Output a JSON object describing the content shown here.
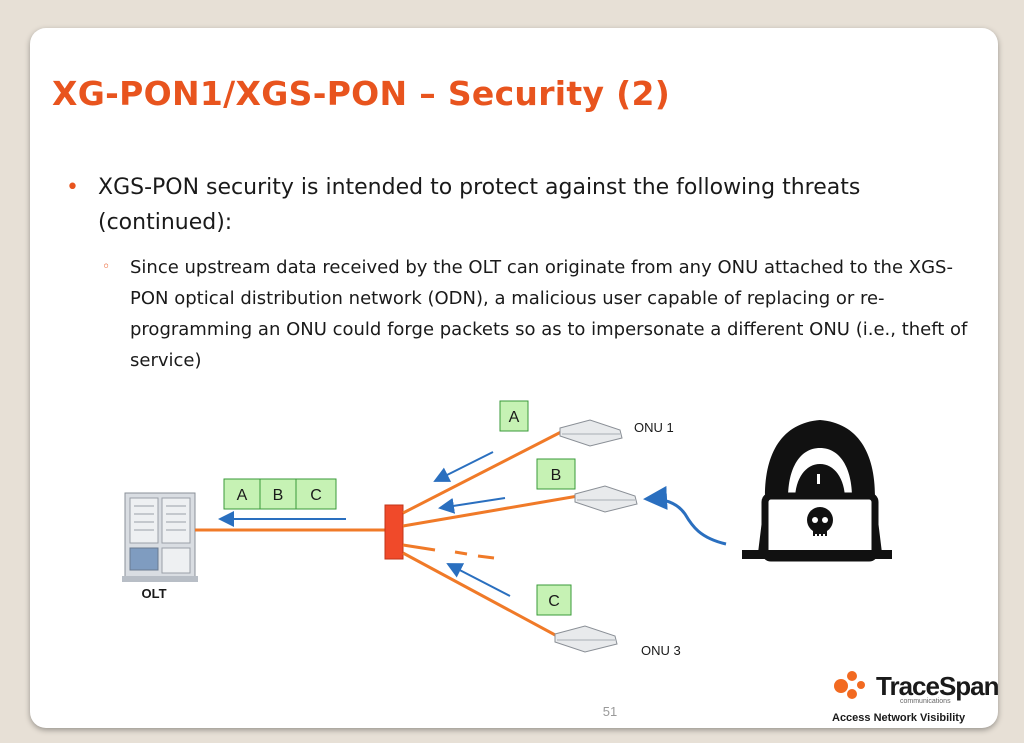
{
  "slide": {
    "title": "XG-PON1/XGS-PON – Security (2)",
    "bullet_level1": "XGS-PON security is intended to protect against the following threats (continued):",
    "bullet_level2": "Since upstream data received by the OLT can originate from any ONU attached to the XGS-PON optical distribution network (ODN), a malicious user capable of replacing or re-programming an ONU could forge packets so as to impersonate a different ONU (i.e., theft of service)",
    "page_number": "51"
  },
  "diagram": {
    "olt_label": "OLT",
    "onu1_label": "ONU 1",
    "onu3_label": "ONU 3",
    "packets_at_olt": [
      "A",
      "B",
      "C"
    ],
    "packet_onu1": "A",
    "packet_onu2": "B",
    "packet_onu3": "C"
  },
  "logo": {
    "brand": "TraceSpan",
    "brand_sub": "communications",
    "tagline": "Access Network Visibility"
  },
  "colors": {
    "title_orange": "#e8541e",
    "fiber_orange": "#f07a28",
    "splitter_red": "#f04a2a",
    "arrow_blue": "#2a6fbf",
    "packet_green": "#c6f2b4",
    "packet_border": "#3a9a3a"
  }
}
